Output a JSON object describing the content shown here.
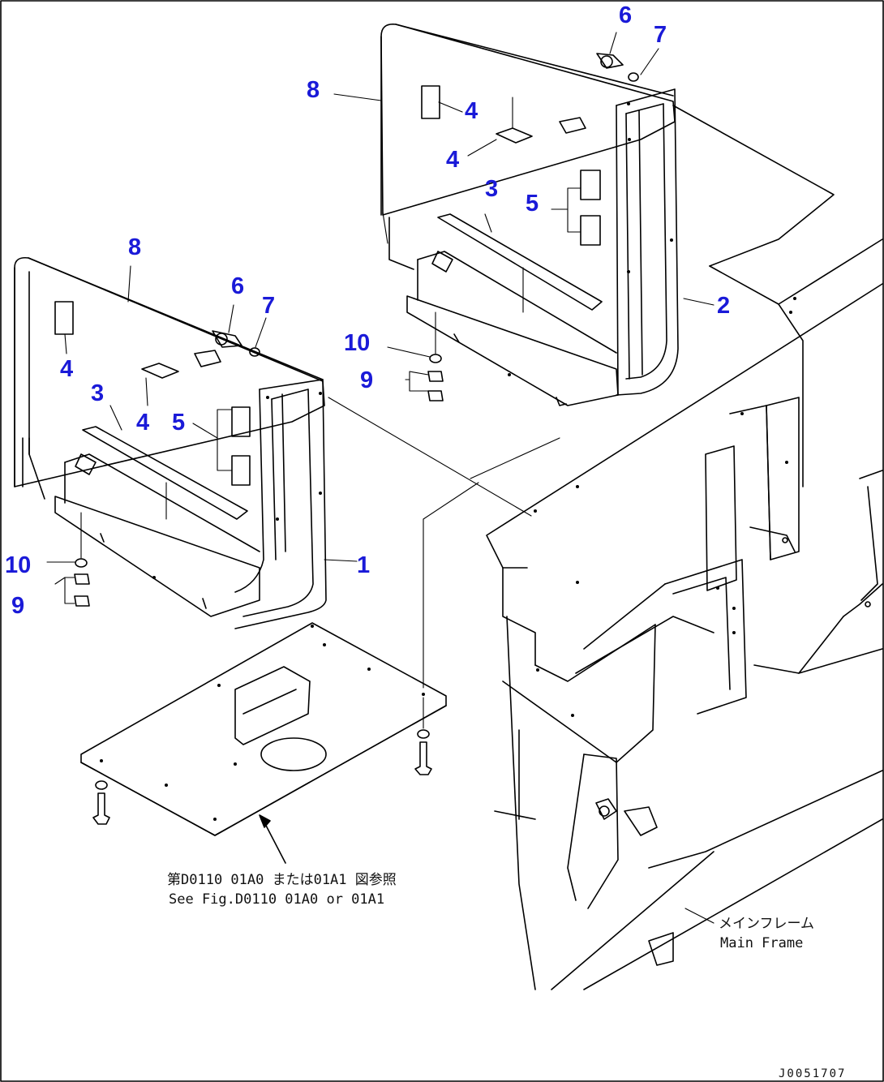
{
  "callouts": {
    "top": {
      "c6": "6",
      "c7": "7",
      "c8": "8",
      "c4a": "4",
      "c4b": "4",
      "c3": "3",
      "c5": "5",
      "c2": "2",
      "c10": "10",
      "c9": "9"
    },
    "left": {
      "c8": "8",
      "c6": "6",
      "c7": "7",
      "c4a": "4",
      "c3": "3",
      "c4b": "4",
      "c5": "5",
      "c10": "10",
      "c9": "9",
      "c1": "1"
    }
  },
  "notes": {
    "ref_jp": "第D0110 01A0 または01A1 図参照",
    "ref_en": "See Fig.D0110 01A0 or 01A1",
    "frame_jp": "メインフレーム",
    "frame_en": "Main Frame"
  },
  "drawing_code": "J0051707",
  "colors": {
    "callout": "#1a1ad8",
    "line": "#000000",
    "background": "#ffffff"
  }
}
